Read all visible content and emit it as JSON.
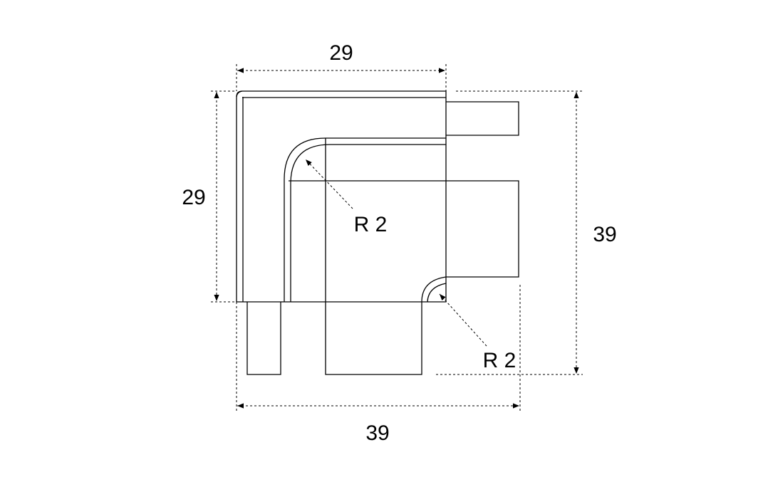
{
  "dimensions": {
    "top_width": "29",
    "left_height": "29",
    "right_height": "39",
    "bottom_width": "39"
  },
  "radius_labels": {
    "inner_corner": "R 2",
    "outer_corner": "R 2"
  },
  "colors": {
    "line": "#000000",
    "background": "#ffffff"
  }
}
